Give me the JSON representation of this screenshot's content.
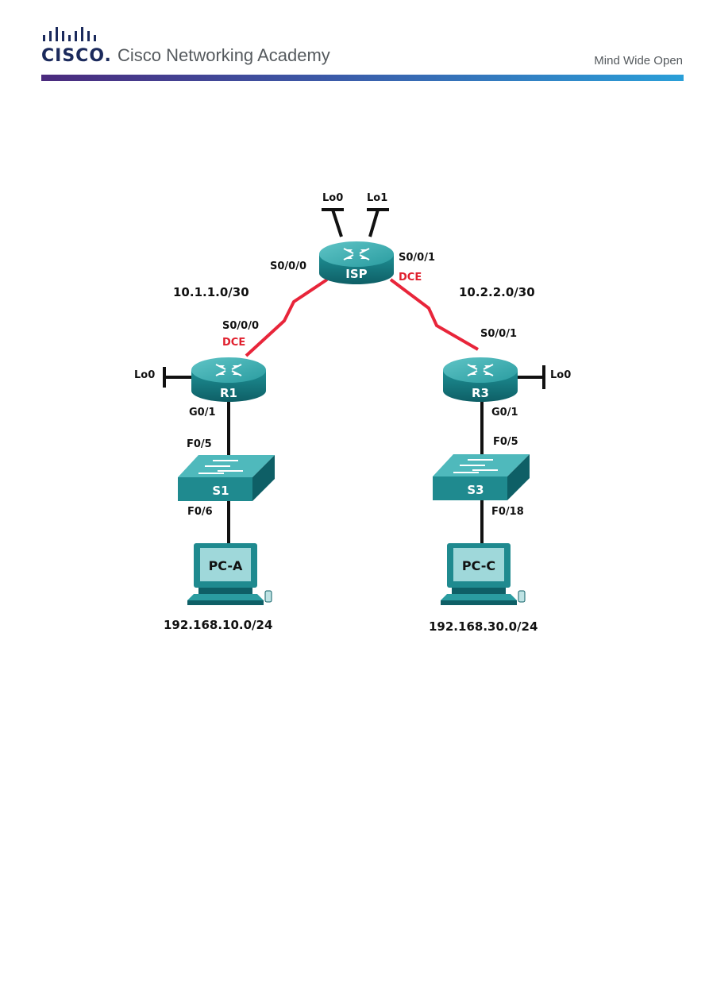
{
  "header": {
    "logo_text": "CISCO.",
    "academy": "Cisco Networking Academy",
    "tagline": "Mind Wide Open",
    "accent_colors": [
      "#4b2a7d",
      "#2a9fd8"
    ]
  },
  "diagram": {
    "devices": {
      "isp": "ISP",
      "r1": "R1",
      "r3": "R3",
      "s1": "S1",
      "s3": "S3",
      "pca": "PC-A",
      "pcc": "PC-C"
    },
    "interfaces": {
      "isp_lo0": "Lo0",
      "isp_lo1": "Lo1",
      "isp_s000": "S0/0/0",
      "isp_s001": "S0/0/1",
      "isp_dce": "DCE",
      "r1_s000": "S0/0/0",
      "r1_dce": "DCE",
      "r1_lo0": "Lo0",
      "r1_g01": "G0/1",
      "s1_f05": "F0/5",
      "s1_f06": "F0/6",
      "r3_s001": "S0/0/1",
      "r3_lo0": "Lo0",
      "r3_g01": "G0/1",
      "s3_f05": "F0/5",
      "s3_f018": "F0/18"
    },
    "networks": {
      "left_wan": "10.1.1.0/30",
      "right_wan": "10.2.2.0/30",
      "lan_a": "192.168.10.0/24",
      "lan_c": "192.168.30.0/24"
    },
    "colors": {
      "device_teal": "#1f8a8f",
      "serial_link": "#e8253a",
      "dce_text": "#e0202e"
    }
  }
}
